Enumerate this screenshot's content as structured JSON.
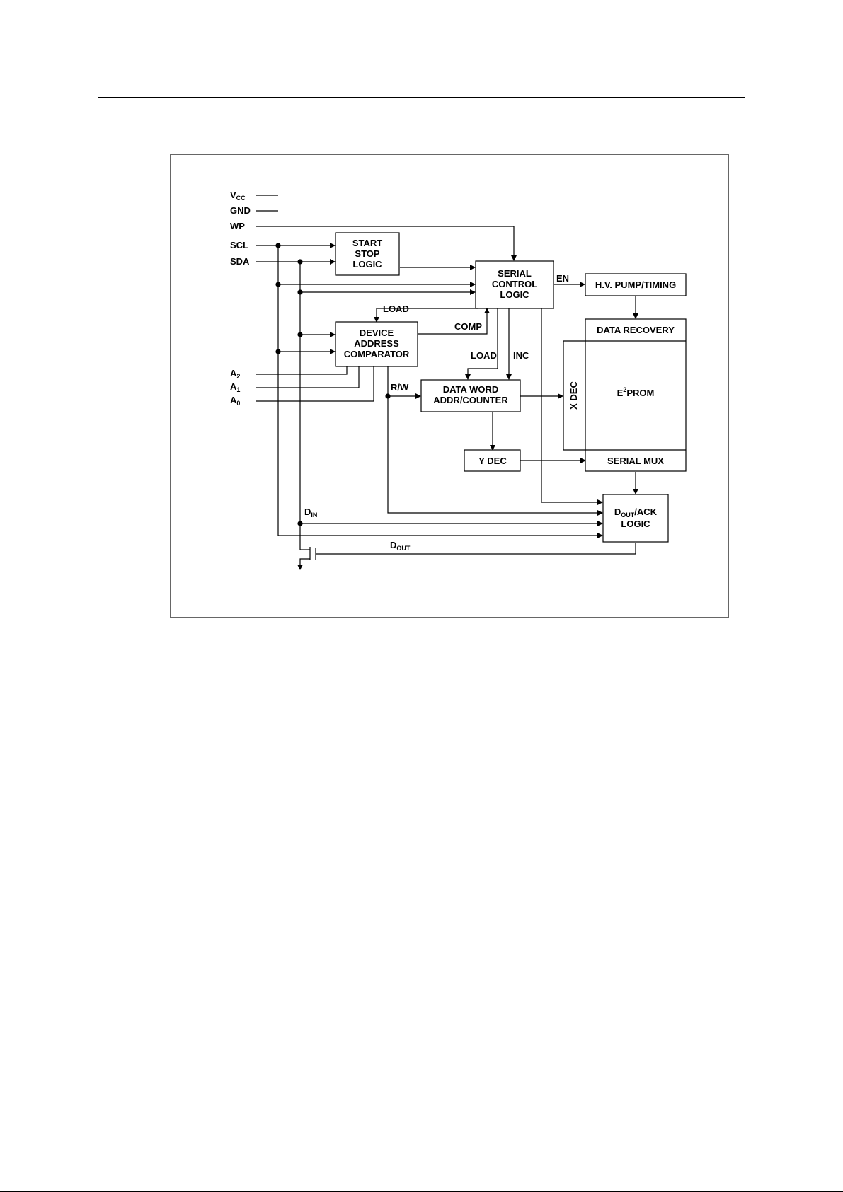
{
  "pins": {
    "vcc": {
      "main": "V",
      "sub": "CC"
    },
    "gnd": "GND",
    "wp": "WP",
    "scl": "SCL",
    "sda": "SDA",
    "a2": {
      "main": "A",
      "sub": "2"
    },
    "a1": {
      "main": "A",
      "sub": "1"
    },
    "a0": {
      "main": "A",
      "sub": "0"
    }
  },
  "blocks": {
    "start_stop": [
      "START",
      "STOP",
      "LOGIC"
    ],
    "serial_control": [
      "SERIAL",
      "CONTROL",
      "LOGIC"
    ],
    "hv_pump": "H.V.  PUMP/TIMING",
    "data_recovery": "DATA  RECOVERY",
    "device_address": [
      "DEVICE",
      "ADDRESS",
      "COMPARATOR"
    ],
    "data_word": [
      "DATA  WORD",
      "ADDR/COUNTER"
    ],
    "x_dec": "X  DEC",
    "eeprom": {
      "main": "E",
      "sup": "2",
      "rest": "PROM"
    },
    "y_dec": "Y  DEC",
    "serial_mux": "SERIAL  MUX",
    "dout_ack": {
      "main": "D",
      "sub": "OUT",
      "rest": "/ACK",
      "line2": "LOGIC"
    }
  },
  "signals": {
    "en": "EN",
    "load_top": "LOAD",
    "comp": "COMP",
    "load_mid": "LOAD",
    "inc": "INC",
    "rw": "R/W",
    "din": {
      "main": "D",
      "sub": "IN"
    },
    "dout": {
      "main": "D",
      "sub": "OUT"
    }
  }
}
